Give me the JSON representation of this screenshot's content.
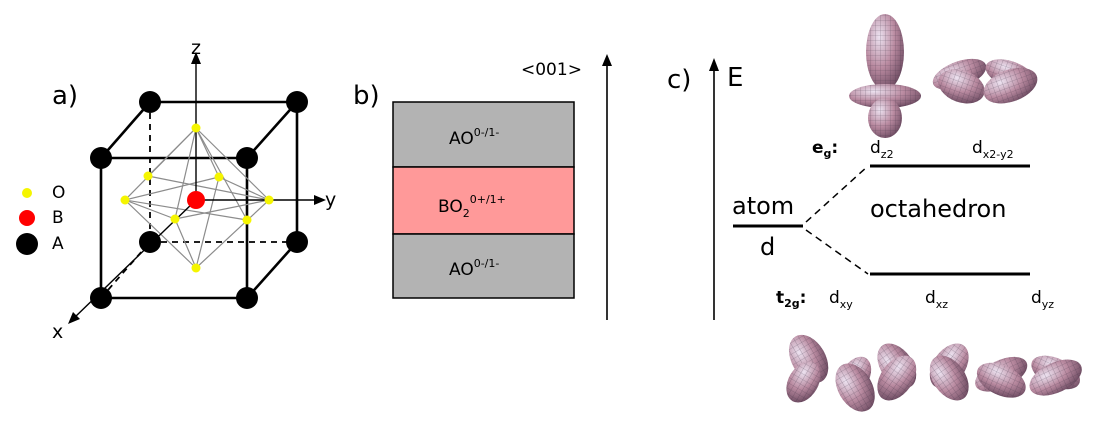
{
  "panel_a": {
    "label": "a)",
    "axes": {
      "x": "x",
      "y": "y",
      "z": "z"
    },
    "legend": [
      {
        "symbol": "O",
        "color": "#f5f500"
      },
      {
        "symbol": "B",
        "color": "#ff0000"
      },
      {
        "symbol": "A",
        "color": "#000000"
      }
    ]
  },
  "panel_b": {
    "label": "b)",
    "direction": "<001>",
    "layers": [
      {
        "base": "AO",
        "sub": "",
        "sup": "0-/1-",
        "color": "#b3b3b3"
      },
      {
        "base": "BO",
        "sub": "2",
        "sup": "0+/1+",
        "color": "#ff9999"
      },
      {
        "base": "AO",
        "sub": "",
        "sup": "0-/1-",
        "color": "#b3b3b3"
      }
    ]
  },
  "panel_c": {
    "label": "c)",
    "energy_axis": "E",
    "atom_level": {
      "top": "atom",
      "bottom": "d"
    },
    "octahedron_label": "octahedron",
    "eg": {
      "label": "e",
      "sub": "g",
      "orbitals": [
        {
          "base": "d",
          "sub": "z2"
        },
        {
          "base": "d",
          "sub": "x2-y2"
        }
      ]
    },
    "t2g": {
      "label": "t",
      "sub": "2g",
      "orbitals": [
        {
          "base": "d",
          "sub": "xy"
        },
        {
          "base": "d",
          "sub": "xz"
        },
        {
          "base": "d",
          "sub": "yz"
        }
      ]
    },
    "orbital_color": "#b98aa0"
  }
}
